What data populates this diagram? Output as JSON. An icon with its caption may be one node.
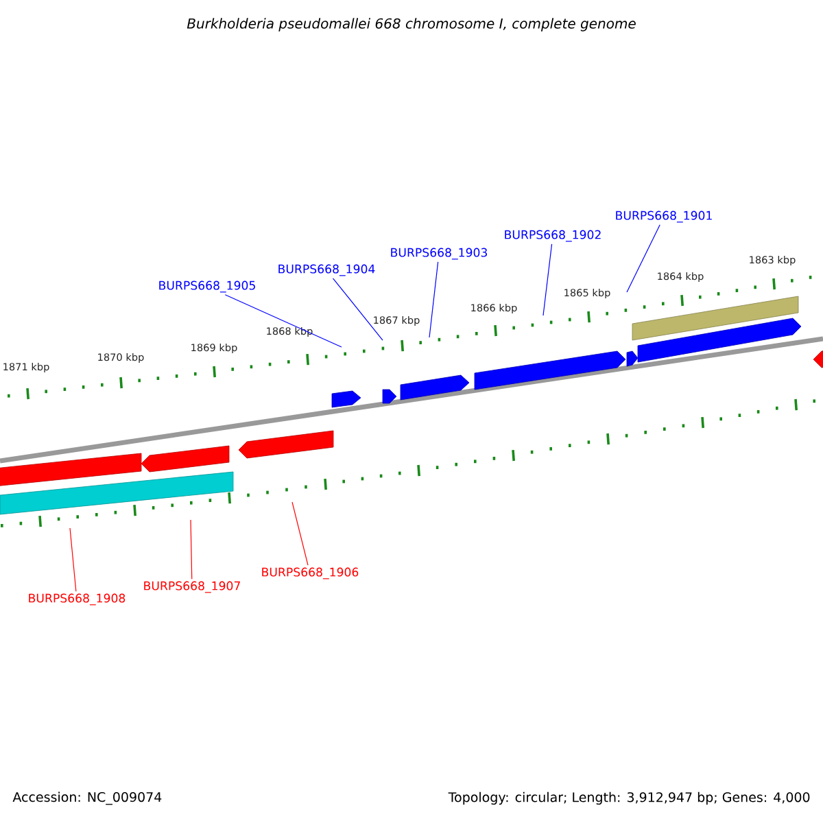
{
  "diagram": {
    "title": "Burkholderia pseudomallei 668 chromosome I, complete genome",
    "nodes": [
      {
        "text": [
          "BURPS668_1905"
        ]
      },
      {
        "text": [
          "BURPS668_1904"
        ]
      },
      {
        "text": [
          "BURPS668_1903"
        ]
      },
      {
        "text": [
          "BURPS668_1902"
        ]
      },
      {
        "text": [
          "BURPS668_1901"
        ]
      },
      {
        "text": [
          "BURPS668_1908"
        ]
      },
      {
        "text": [
          "BURPS668_1907"
        ]
      },
      {
        "text": [
          "BURPS668_1906"
        ]
      }
    ],
    "edges": [
      {
        "from": 0,
        "to": null,
        "arrow": "none"
      },
      {
        "from": 1,
        "to": null,
        "arrow": "none"
      },
      {
        "from": 2,
        "to": null,
        "arrow": "none"
      },
      {
        "from": 3,
        "to": null,
        "arrow": "none"
      },
      {
        "from": 4,
        "to": null,
        "arrow": "none"
      },
      {
        "from": 5,
        "to": null,
        "arrow": "none",
        "color": "#ff0000"
      },
      {
        "from": 6,
        "to": null,
        "arrow": "none",
        "color": "#ff0000"
      },
      {
        "from": 7,
        "to": null,
        "arrow": "none",
        "color": "#ff0000"
      }
    ],
    "labels": [
      "1863 kbp",
      "1864 kbp",
      "1865 kbp",
      "1866 kbp",
      "1867 kbp",
      "1868 kbp",
      "1869 kbp",
      "1870 kbp",
      "1871 kbp",
      "Accession: NC_009074",
      "Topology: circular; Length: 3,912,947 bp; Genes: 4,000"
    ]
  }
}
